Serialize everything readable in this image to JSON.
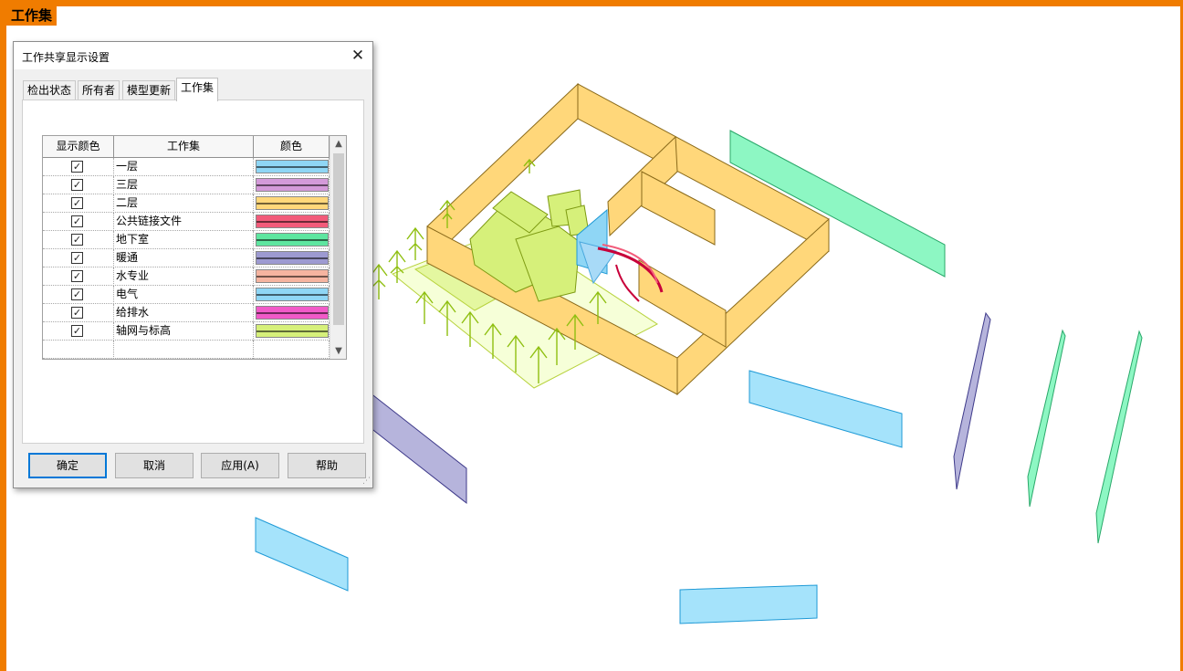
{
  "view": {
    "tag": "工作集"
  },
  "dialog": {
    "title": "工作共享显示设置",
    "tabs": [
      {
        "label": "检出状态",
        "active": false
      },
      {
        "label": "所有者",
        "active": false
      },
      {
        "label": "模型更新",
        "active": false
      },
      {
        "label": "工作集",
        "active": true
      }
    ],
    "table": {
      "headers": [
        "显示颜色",
        "工作集",
        "颜色"
      ],
      "rows": [
        {
          "checked": true,
          "name": "一层",
          "color": "#8fd6f5"
        },
        {
          "checked": true,
          "name": "三层",
          "color": "#d49ad9"
        },
        {
          "checked": true,
          "name": "二层",
          "color": "#ffd77a"
        },
        {
          "checked": true,
          "name": "公共链接文件",
          "color": "#f25b7a"
        },
        {
          "checked": true,
          "name": "地下室",
          "color": "#5ee6a0"
        },
        {
          "checked": true,
          "name": "暖通",
          "color": "#9d9ad1"
        },
        {
          "checked": true,
          "name": "水专业",
          "color": "#f5b4a0"
        },
        {
          "checked": true,
          "name": "电气",
          "color": "#8fd6f5"
        },
        {
          "checked": true,
          "name": "给排水",
          "color": "#f25ac8"
        },
        {
          "checked": true,
          "name": "轴网与标高",
          "color": "#d6f07a"
        }
      ]
    },
    "buttons": {
      "ok": "确定",
      "cancel": "取消",
      "apply": "应用(A)",
      "help": "帮助"
    },
    "close_icon": "close-icon",
    "check_glyph": "✓",
    "close_glyph": "✕"
  },
  "colors": {
    "frame": "#f07c00",
    "wall": "#ffd77a",
    "lime": "#d6f07a"
  }
}
